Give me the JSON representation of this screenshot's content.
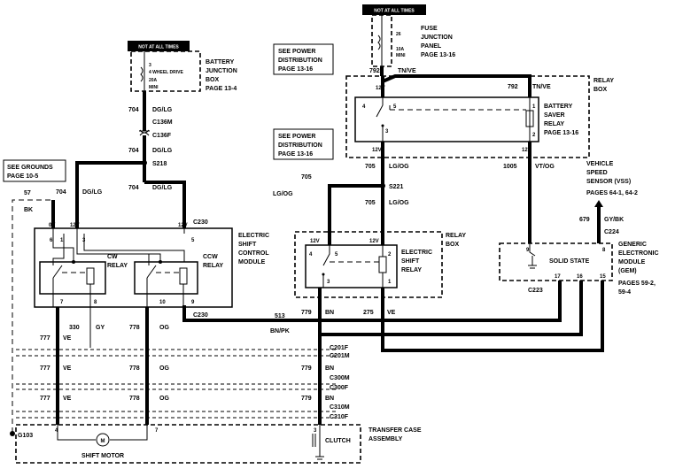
{
  "fuse_panel": {
    "not_at_all_times": "NOT AT ALL TIMES",
    "fuse_num": "26",
    "fuse_amp": "10A",
    "fuse_type": "MINI",
    "label1": "FUSE",
    "label2": "JUNCTION",
    "label3": "PANEL",
    "label4": "PAGE 13-16"
  },
  "bjb": {
    "not_at_all_times": "NOT AT ALL TIMES",
    "fuse_num": "3",
    "fuse_name": "4 WHEEL DRIVE",
    "fuse_amp": "20A",
    "fuse_type": "MINI",
    "label1": "BATTERY",
    "label2": "JUNCTION",
    "label3": "BOX",
    "label4": "PAGE 13-4"
  },
  "power_dist_1": {
    "l1": "SEE POWER",
    "l2": "DISTRIBUTION",
    "l3": "PAGE 13-16"
  },
  "power_dist_2": {
    "l1": "SEE POWER",
    "l2": "DISTRIBUTION",
    "l3": "PAGE 13-16"
  },
  "grounds": {
    "l1": "SEE GROUNDS",
    "l2": "PAGE 10-5"
  },
  "relay_box_top": {
    "l1": "RELAY",
    "l2": "BOX"
  },
  "relay_box_mid": {
    "l1": "RELAY",
    "l2": "BOX"
  },
  "battery_saver": {
    "l1": "BATTERY",
    "l2": "SAVER",
    "l3": "RELAY",
    "l4": "PAGE 13-16"
  },
  "escm": {
    "l1": "ELECTRIC",
    "l2": "SHIFT",
    "l3": "CONTROL",
    "l4": "MODULE"
  },
  "cw_relay": {
    "l1": "CW",
    "l2": "RELAY"
  },
  "ccw_relay": {
    "l1": "CCW",
    "l2": "RELAY"
  },
  "shift_relay": {
    "l1": "ELECTRIC",
    "l2": "SHIFT",
    "l3": "RELAY"
  },
  "vss": {
    "l1": "VEHICLE",
    "l2": "SPEED",
    "l3": "SENSOR (VSS)",
    "l4": "PAGES 64-1, 64-2"
  },
  "gem": {
    "l1": "GENERIC",
    "l2": "ELECTRONIC",
    "l3": "MODULE",
    "l4": "(GEM)",
    "l5": "PAGES 59-2,",
    "l6": "59-4",
    "solid_state": "SOLID STATE"
  },
  "transfer_case": {
    "l1": "TRANSFER CASE",
    "l2": "ASSEMBLY",
    "shift_motor": "SHIFT MOTOR",
    "clutch": "CLUTCH",
    "motor_symbol": "M"
  },
  "connectors": {
    "c136m": "C136M",
    "c136f": "C136F",
    "s218": "S218",
    "s221": "S221",
    "c230_top": "C230",
    "c230_bot": "C230",
    "c224": "C224",
    "c223": "C223",
    "c201f": "C201F",
    "c201m": "C201M",
    "c300m": "C300M",
    "c300f": "C300F",
    "c310m": "C310M",
    "c310f": "C310F",
    "g103": "G103"
  },
  "wires": {
    "w792_num": "792",
    "w792_color": "TN/VE",
    "w792b_num": "792",
    "w792b_color": "TN/VE",
    "w704_a": "704",
    "w704_a_color": "DG/LG",
    "w704_b": "704",
    "w704_b_color": "DG/LG",
    "w704_c": "704",
    "w704_c_color": "DG/LG",
    "w704_d": "704",
    "w704_d_color": "DG/LG",
    "w705_a": "705",
    "w705_a_color": "LG/OG",
    "w705_b": "705",
    "w705_b_color": "LG/OG",
    "w705_c": "705",
    "w705_c_color": "LG/OG",
    "w1005": "1005",
    "w1005_color": "VT/OG",
    "w679": "679",
    "w679_color": "GY/BK",
    "w57": "57",
    "w57_color": "BK",
    "w513": "513",
    "w513_color": "BN/PK",
    "w777_a": "777",
    "w777_b": "777",
    "w777_c": "777",
    "w777_color": "VE",
    "w777_color_b": "VE",
    "w777_color_c": "VE",
    "w330": "330",
    "w330_color": "GY",
    "w778_a": "778",
    "w778_b": "778",
    "w778_c": "778",
    "w778_color": "OG",
    "w778_color_b": "OG",
    "w778_color_c": "OG",
    "w779_a": "779",
    "w779_b": "779",
    "w779_c": "779",
    "w779_color": "BN",
    "w779_color_b": "BN",
    "w779_color_c": "BN",
    "w275": "275",
    "w275_color": "VE"
  },
  "pins": {
    "v12": "12V",
    "v0": "0V",
    "p1": "1",
    "p2": "2",
    "p3": "3",
    "p4": "4",
    "p5": "5",
    "p6": "6",
    "p7": "7",
    "p8": "8",
    "p9": "9",
    "p10": "10",
    "p15": "15",
    "p16": "16",
    "p17": "17"
  }
}
